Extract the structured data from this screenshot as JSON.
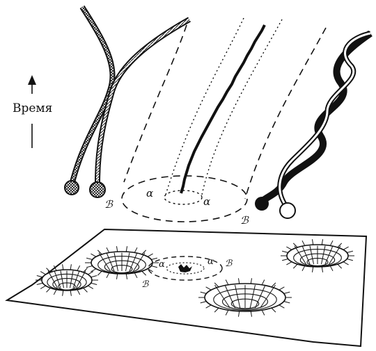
{
  "labels": {
    "time": "Время",
    "a": "α",
    "b": "ℬ"
  },
  "colors": {
    "ink": "#111111",
    "paper": "#ffffff"
  },
  "legend": {}
}
